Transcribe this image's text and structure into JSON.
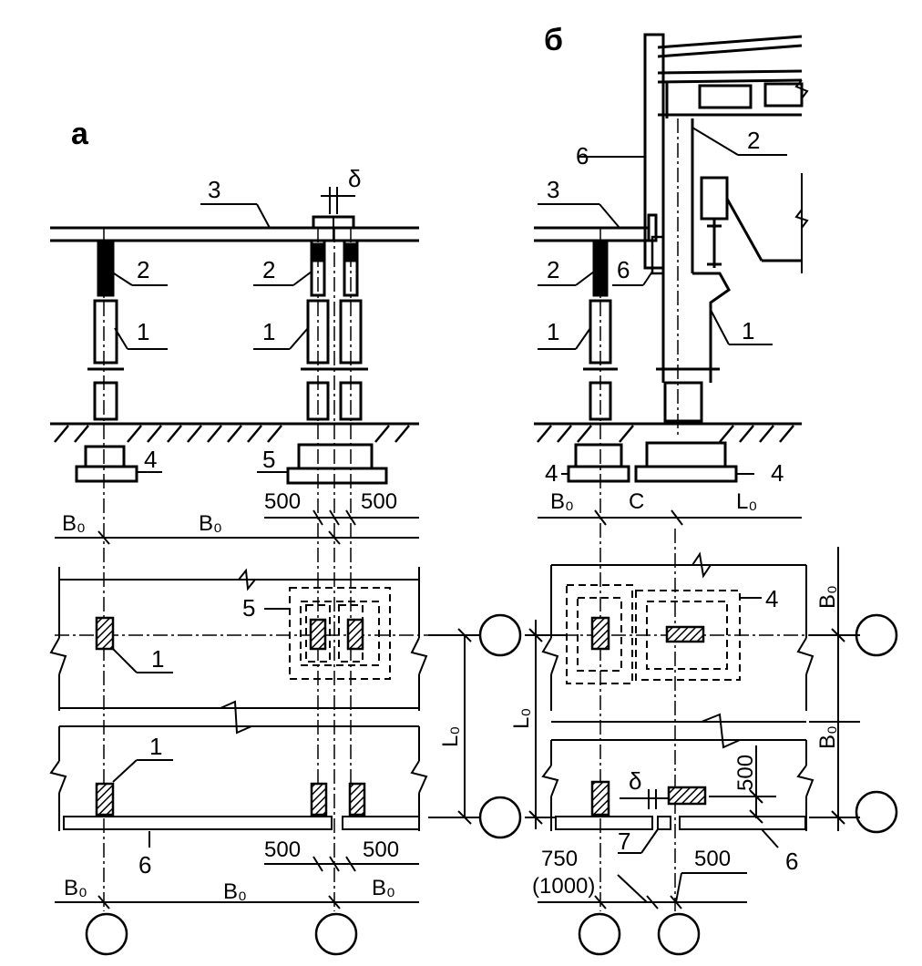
{
  "panel_a": {
    "letter": "а",
    "delta": "δ",
    "callouts": {
      "c1a": "1",
      "c1b": "1",
      "c2a": "2",
      "c2b": "2",
      "c3": "3",
      "c4": "4",
      "c5": "5",
      "c1p1": "1",
      "c1p2": "1",
      "c5p": "5",
      "c6p": "6"
    },
    "dims": {
      "top_500_left": "500",
      "top_500_right": "500",
      "top_B0_left": "B₀",
      "top_B0_mid": "B₀",
      "L0": "L₀",
      "bot_500_left": "500",
      "bot_500_right": "500",
      "bot_B0_left": "B₀",
      "bot_B0_mid": "B₀",
      "bot_B0_right": "B₀"
    }
  },
  "panel_b": {
    "letter": "б",
    "delta": "δ",
    "callouts": {
      "c6a": "6",
      "c6b": "6",
      "c2a": "2",
      "c2b": "2",
      "c3": "3",
      "c1a": "1",
      "c1b": "1",
      "c4a": "4",
      "c4b": "4",
      "c4p": "4",
      "c6p": "6",
      "c7p": "7"
    },
    "dims": {
      "B0_left": "B₀",
      "C": "C",
      "L0_right": "L₀",
      "B0_vert_top": "B₀",
      "B0_vert_mid": "B₀",
      "L0_vert": "L₀",
      "v500": "500",
      "b750": "750",
      "b1000": "(1000)",
      "b500": "500"
    }
  }
}
